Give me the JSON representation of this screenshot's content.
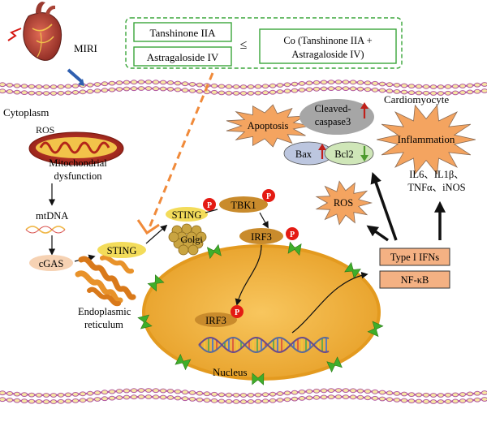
{
  "labels": {
    "miri": "MIRI",
    "cardiomyocyte": "Cardiomyocyte",
    "cytoplasm": "Cytoplasm",
    "ros_top": "ROS",
    "mito_dysfunction_1": "Mitochondrial",
    "mito_dysfunction_2": "dysfunction",
    "mtdna": "mtDNA",
    "cgas": "cGAS",
    "sting_er": "STING",
    "sting_golgi": "STING",
    "golgi": "Golgi",
    "tbk1": "TBK1",
    "irf3_cyto": "IRF3",
    "irf3_nuc": "IRF3",
    "er_1": "Endoplasmic",
    "er_2": "reticulum",
    "nucleus": "Nucleus",
    "phospho": "P",
    "apoptosis": "Apoptosis",
    "cleaved_1": "Cleaved-",
    "cleaved_2": "caspase3",
    "bax": "Bax",
    "bcl2": "Bcl2",
    "ros_mid": "ROS",
    "inflammation": "Inflammation",
    "cytokines_1": "IL6、IL1β、",
    "cytokines_2": "TNFα、iNOS",
    "type1_ifns": "Type I IFNs",
    "nfkb": "NF-κB"
  },
  "drugs": {
    "tanshinone": "Tanshinone IIA",
    "astragaloside": "Astragaloside IV",
    "leq": "≤",
    "combo_1": "Co (Tanshinone IIA +",
    "combo_2": "Astragaloside IV)"
  },
  "colors": {
    "membrane": "#b25aa0",
    "membrane_bead": "#f7e6a1",
    "nucleus_fill": "#f4b94a",
    "nucleus_edge": "#e39a1f",
    "burst": "#f4a460",
    "pill_yellow": "#f3dc5a",
    "pill_tbk1": "#c98b2c",
    "p_badge": "#e41b13",
    "drug_border": "#3aa53a",
    "inhibit_arrow": "#f08a3a",
    "box_peach": "#f4b183"
  }
}
